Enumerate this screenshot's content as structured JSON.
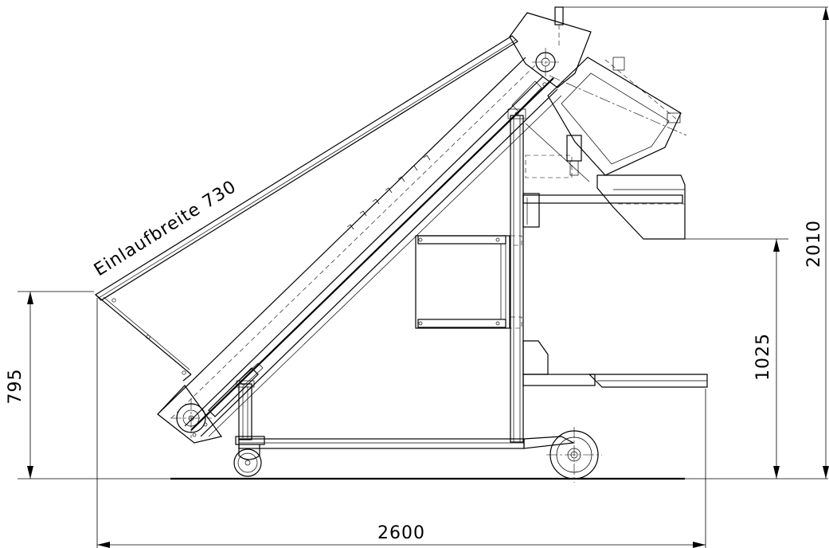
{
  "drawing": {
    "annotation": "Einlaufbreite 730",
    "dimensions": {
      "overall_length": "2600",
      "overall_height": "2010",
      "outlet_height": "1025",
      "inlet_height": "795"
    }
  }
}
